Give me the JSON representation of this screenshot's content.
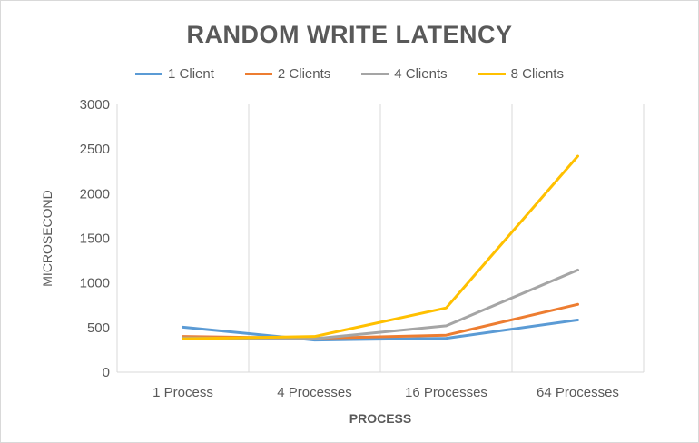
{
  "chart_data": {
    "type": "line",
    "title": "RANDOM WRITE LATENCY",
    "xlabel": "PROCESS",
    "ylabel": "MICROSECOND",
    "categories": [
      "1 Process",
      "4 Processes",
      "16 Processes",
      "64 Processes"
    ],
    "ylim": [
      0,
      3000
    ],
    "yticks": [
      0,
      500,
      1000,
      1500,
      2000,
      2500,
      3000
    ],
    "grid": "vertical",
    "legend_position": "top",
    "series": [
      {
        "name": "1 Client",
        "color": "#5b9bd5",
        "values": [
          505,
          360,
          380,
          585
        ]
      },
      {
        "name": "2 Clients",
        "color": "#ed7d31",
        "values": [
          400,
          380,
          415,
          760
        ]
      },
      {
        "name": "4 Clients",
        "color": "#a5a5a5",
        "values": [
          385,
          375,
          520,
          1145
        ]
      },
      {
        "name": "8 Clients",
        "color": "#ffc000",
        "values": [
          375,
          400,
          720,
          2420
        ]
      }
    ]
  }
}
